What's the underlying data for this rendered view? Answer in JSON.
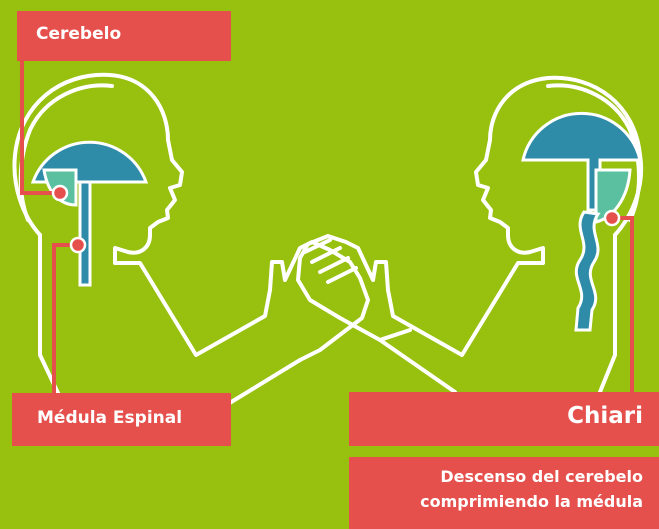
{
  "labels": {
    "cerebelo": "Cerebelo",
    "medula": "Médula Espinal",
    "chiari": "Chiari",
    "descenso_line1": "Descenso del cerebelo",
    "descenso_line2": "comprimiendo la médula"
  },
  "colors": {
    "background": "#97c00f",
    "outline": "#ffffff",
    "brain": "#2e8ca8",
    "cerebellum": "#5ac0a0",
    "label": "#e5504d"
  }
}
